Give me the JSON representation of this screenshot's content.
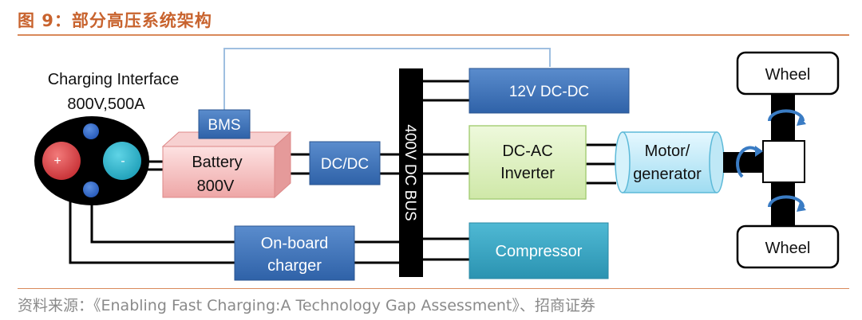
{
  "header": {
    "figure_title": "图 9：部分高压系统架构"
  },
  "diagram": {
    "charging_interface_label": "Charging Interface",
    "charging_interface_rating": "800V,500A",
    "plus_symbol": "+",
    "minus_symbol": "-",
    "bms_label": "BMS",
    "battery_label": "Battery",
    "battery_voltage": "800V",
    "dcdc_label": "DC/DC",
    "bus_label": "400V DC BUS",
    "dcdc12_label": "12V DC-DC",
    "inverter_line1": "DC-AC",
    "inverter_line2": "Inverter",
    "motor_line1": "Motor/",
    "motor_line2": "generator",
    "compressor_label": "Compressor",
    "charger_line1": "On-board",
    "charger_line2": "charger",
    "wheel_top_label": "Wheel",
    "wheel_bottom_label": "Wheel"
  },
  "footer": {
    "source": "资料来源：《Enabling Fast Charging:A Technology Gap Assessment》、招商证券"
  },
  "colors": {
    "title": "#c8632e",
    "rule": "#d9895a",
    "blue_box": "#3f73b8",
    "cyan_box": "#3aa7c4",
    "green_box": "#dff2c2",
    "battery": "#f4c2c2",
    "bus": "#000000"
  }
}
